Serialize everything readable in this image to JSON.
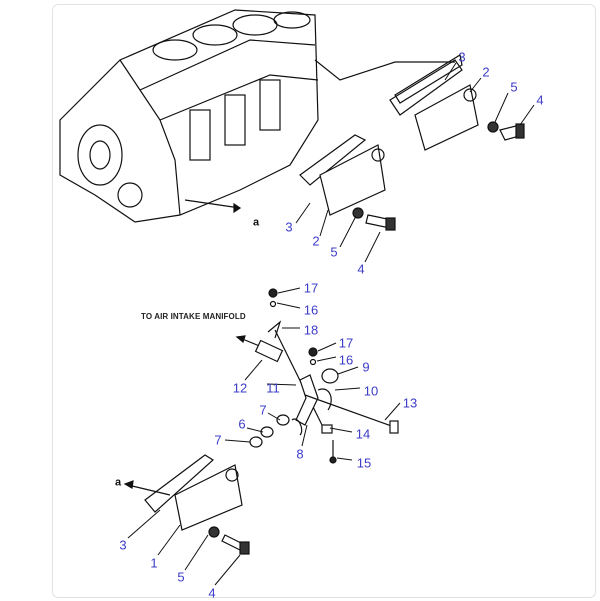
{
  "diagram": {
    "note": "TO AIR INTAKE MANIFOLD",
    "arrow_labels": [
      "a",
      "a"
    ],
    "part_labels": [
      "3",
      "2",
      "5",
      "4",
      "3",
      "2",
      "5",
      "4",
      "17",
      "16",
      "18",
      "17",
      "16",
      "9",
      "12",
      "11",
      "10",
      "13",
      "7",
      "6",
      "7",
      "14",
      "8",
      "15",
      "3",
      "1",
      "5",
      "4"
    ],
    "colors": {
      "label": "#3c3cc8",
      "line": "#111111"
    }
  }
}
